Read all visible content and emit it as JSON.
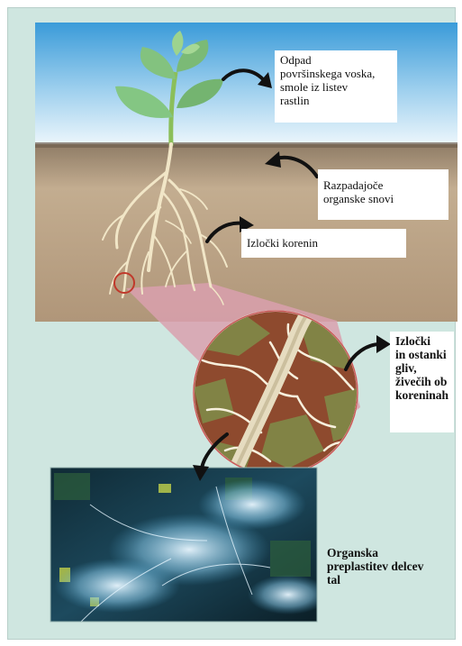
{
  "labels": {
    "wax": "Odpad\n površinskega voska,\nsmole iz listev\nrastlin",
    "decay": "Razpadajoče\norganske snovi",
    "exudate": "Izločki korenin",
    "fungi": "Izločki\nin ostanki\ngliv,\nživečih ob\nkoreninah",
    "coating": "Organska\npreplastitev delcev\ntal"
  },
  "colors": {
    "background": "#cfe6e0",
    "sky_top": "#3a9bd9",
    "sky_bottom": "#e8f4fb",
    "soil": "#b59b7c",
    "roots": "#efe4c4",
    "leaves": "#7cc07a",
    "zoom_circle": "#8a4a2c",
    "magnifier": "#d99aa8",
    "arrow": "#111111"
  }
}
